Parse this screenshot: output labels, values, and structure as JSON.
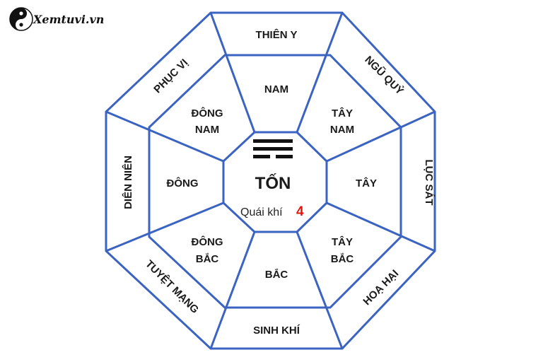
{
  "brand": {
    "name": "Xemtuvi.vn",
    "logo_icon": "yin-yang-icon"
  },
  "colors": {
    "line": "#3a63c2",
    "background": "#ffffff",
    "number": "#e8120c"
  },
  "center": {
    "symbol_icon": "trigram-ton-icon",
    "name": "TỐN",
    "subtitle": "Quái khí",
    "number": "4"
  },
  "inner_ring": {
    "nam": "NAM",
    "tay_nam_1": "TÂY",
    "tay_nam_2": "NAM",
    "tay": "TÂY",
    "tay_bac_1": "TÂY",
    "tay_bac_2": "BẮC",
    "bac": "BẮC",
    "dong_bac_1": "ĐÔNG",
    "dong_bac_2": "BẮC",
    "dong": "ĐÔNG",
    "dong_nam_1": "ĐÔNG",
    "dong_nam_2": "NAM"
  },
  "outer_ring": {
    "north": "THIÊN Y",
    "north_east": "NGŨ QUỶ",
    "east": "LỤC SÁT",
    "south_east": "HOẠ HẠI",
    "south": "SINH KHÍ",
    "south_west": "TUYỆT MẠNG",
    "west": "DIÊN NIÊN",
    "north_west": "PHỤC VỊ"
  }
}
